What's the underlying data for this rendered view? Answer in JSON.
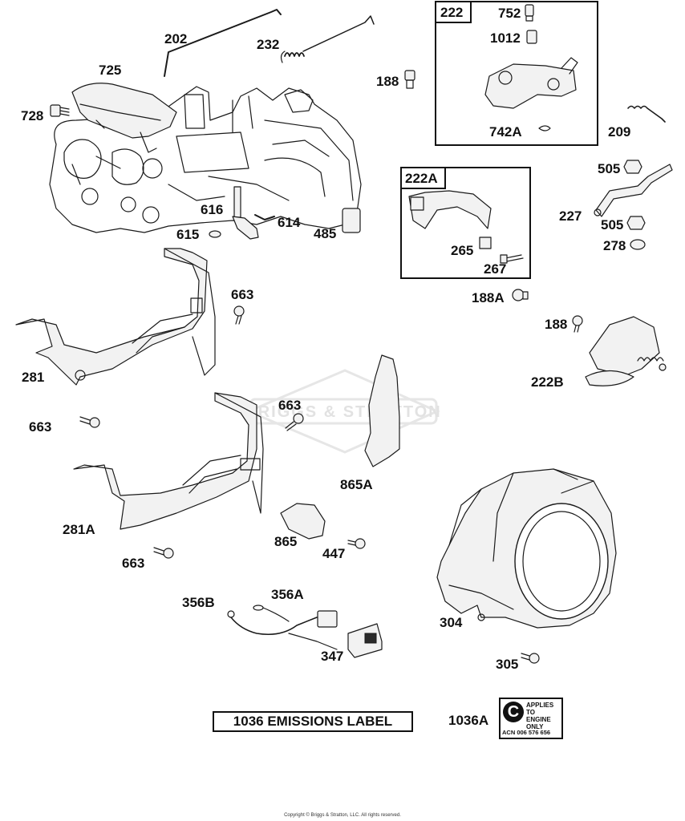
{
  "watermark": "BRIGGS & STRATTON",
  "boxes": {
    "b222": "222",
    "b222a": "222A"
  },
  "labels": {
    "l202": "202",
    "l232": "232",
    "l725": "725",
    "l728": "728",
    "l188a": "188",
    "l752": "752",
    "l1012": "1012",
    "l742a": "742A",
    "l209": "209",
    "l616": "616",
    "l614": "614",
    "l615": "615",
    "l485": "485",
    "l505a": "505",
    "l227": "227",
    "l505b": "505",
    "l278": "278",
    "l265": "265",
    "l267": "267",
    "l188A": "188A",
    "l663a": "663",
    "l281": "281",
    "l188b": "188",
    "l222b": "222B",
    "l663b": "663",
    "l663c": "663",
    "l865a": "865A",
    "l281a": "281A",
    "l865": "865",
    "l447": "447",
    "l663d": "663",
    "l356b": "356B",
    "l356a": "356A",
    "l304": "304",
    "l347": "347",
    "l305": "305",
    "l1036a": "1036A"
  },
  "emissions_label": "1036 EMISSIONS LABEL",
  "acn_badge": {
    "symbol": "C",
    "applies": "APPLIES\nTO\nENGINE\nONLY",
    "number": "ACN 006 576 656"
  },
  "copyright": "Copyright © Briggs & Stratton, LLC. All rights reserved."
}
